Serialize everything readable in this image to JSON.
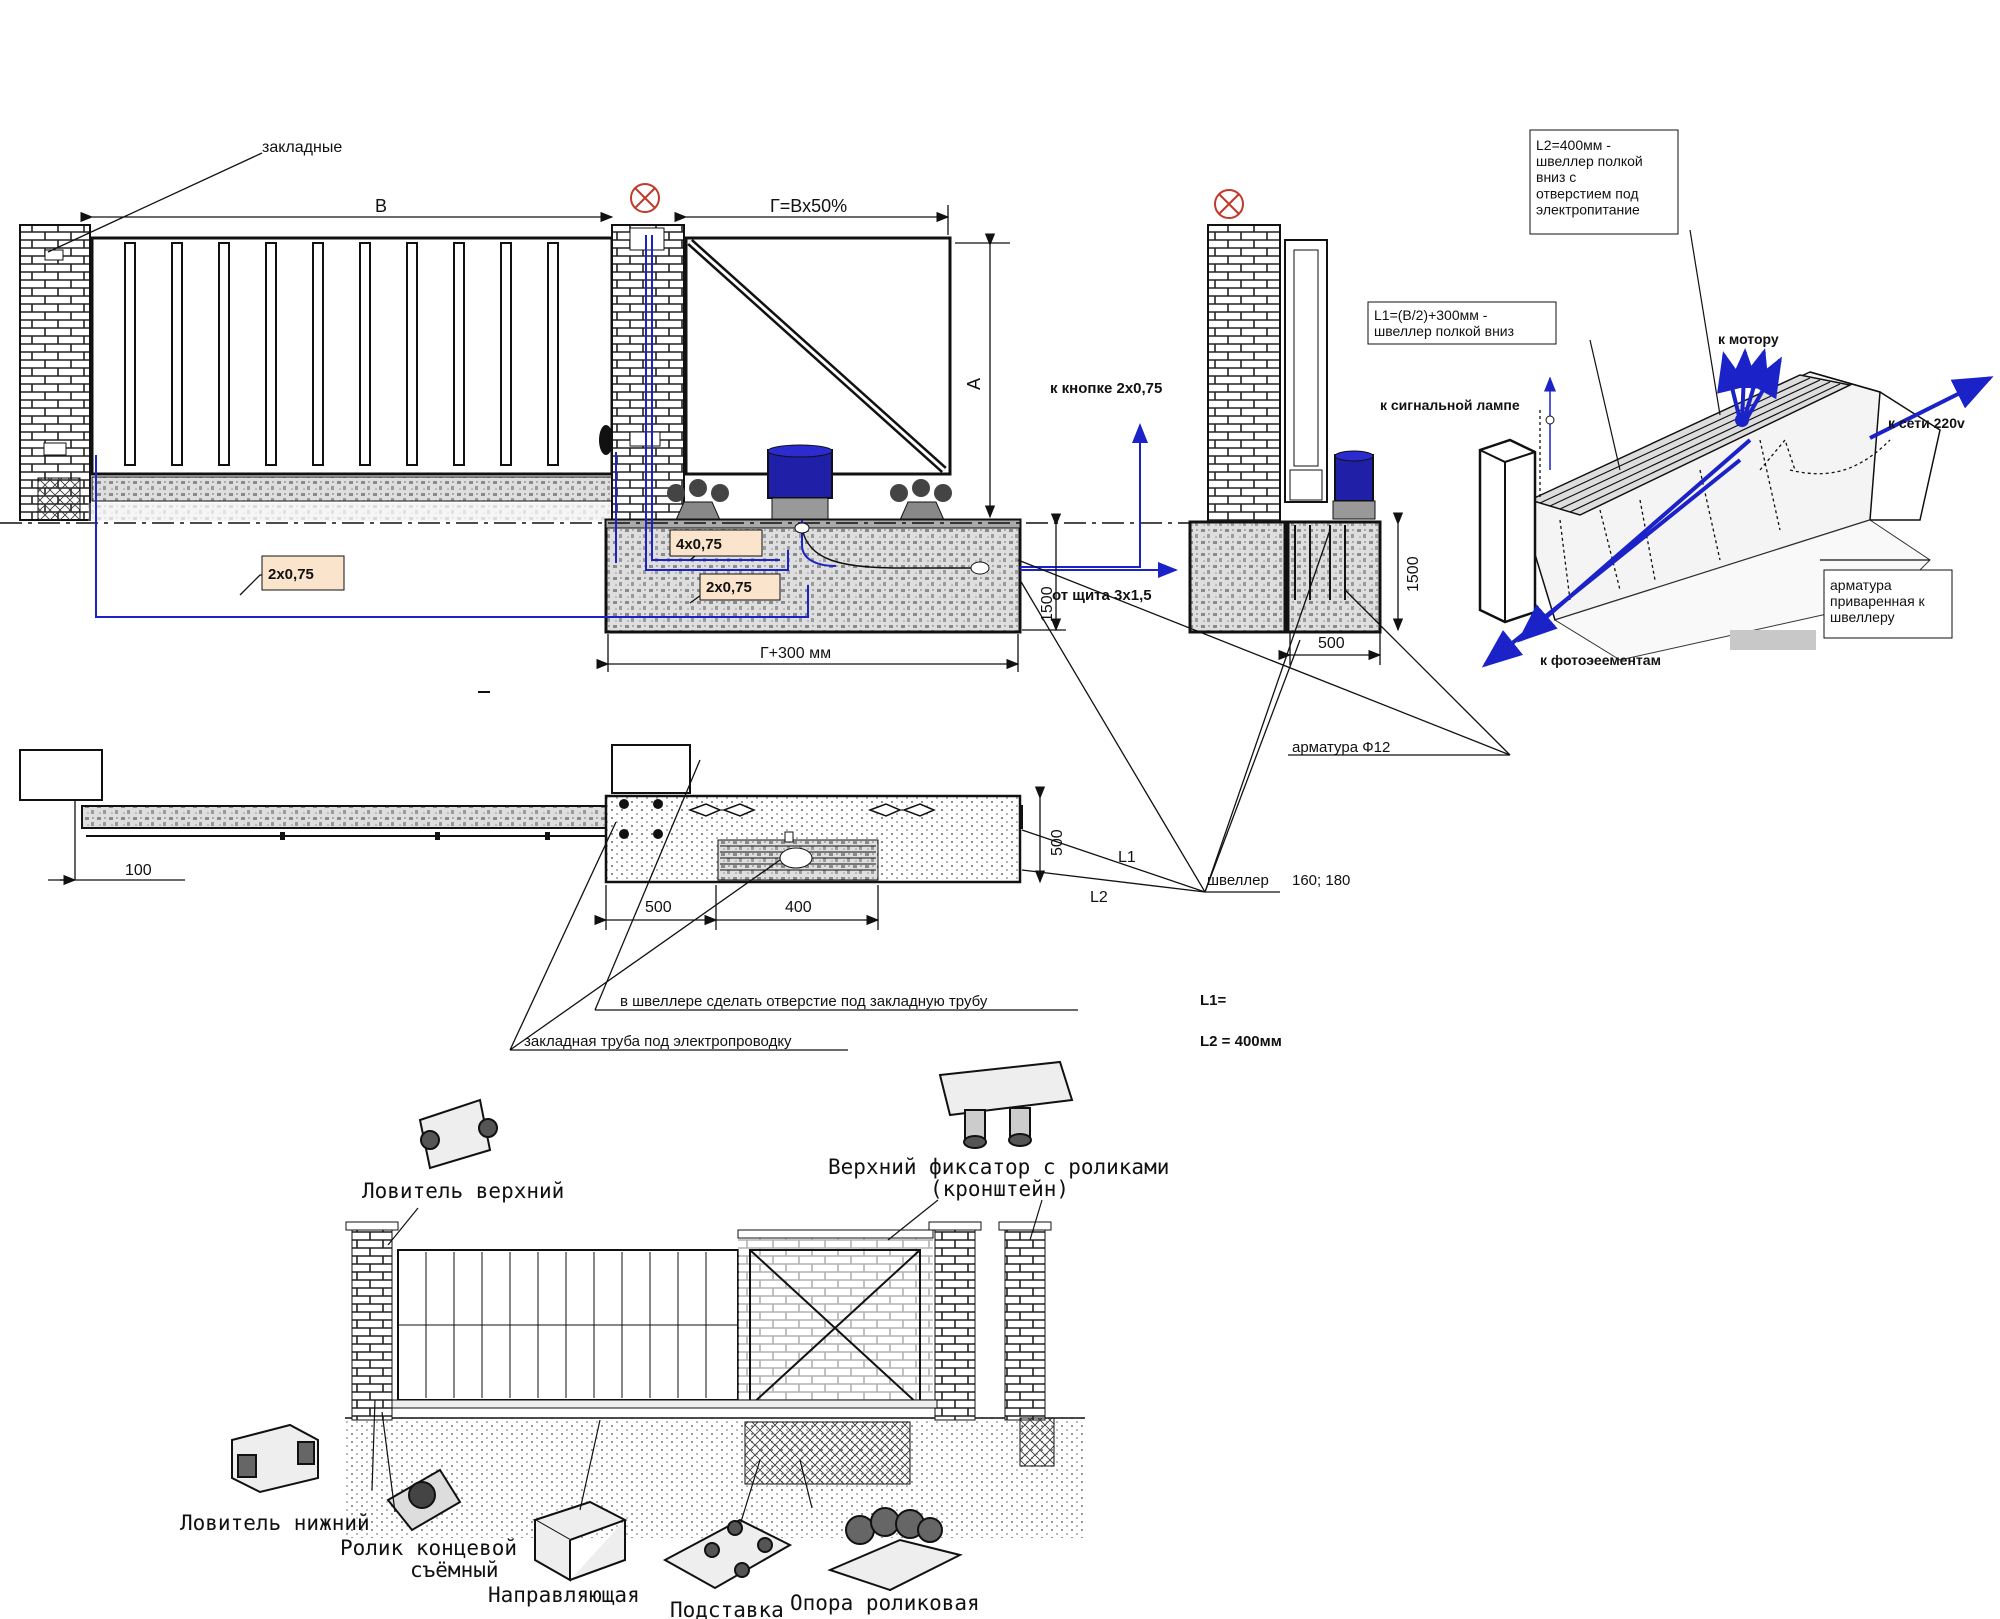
{
  "elev": {
    "embeds": "закладные",
    "dim_b": "В",
    "dim_g": "Г=Вх50%",
    "dim_a": "А",
    "to_button": "к кнопке 2х0,75",
    "cable_left": "2х0,75",
    "cable_4": "4х0,75",
    "cable_2": "2х0,75",
    "from_panel": "от щита 3х1,5",
    "dim_g300": "Г+300 мм",
    "dim_1500": "1500"
  },
  "side": {
    "to_lamp": "к сигнальной лампе",
    "dim_1500": "1500",
    "dim_500": "500",
    "rebar": "арматура Ф12"
  },
  "iso": {
    "l2_note": "L2=400мм -\nшвеллер полкой\nвниз с\nотверстием под\nэлектропитание",
    "l1_note": "L1=(В/2)+300мм -\nшвеллер полкой вниз",
    "to_motor": "к мотору",
    "to_mains": "к сети 220v",
    "to_photo": "к фотоэеементам",
    "rebar_welded": "арматура\nприваренная к\nшвеллеру"
  },
  "plan": {
    "dim_100": "100",
    "dim_500_v": "500",
    "l1": "L1",
    "l2": "L2",
    "channel": "швеллер",
    "channel_sizes": "160; 180",
    "dim_500": "500",
    "dim_400": "400",
    "hole_note": "в швеллере сделать отверстие под закладную трубу",
    "pipe_note": "закладная труба под электропроводку",
    "l1_eq": "L1=",
    "l2_eq": "L2 = 400мм"
  },
  "parts": {
    "catcher_top": "Ловитель верхний",
    "fixer_top_1": "Верхний фиксатор с роликами",
    "fixer_top_2": "(кронштейн)",
    "catcher_bottom": "Ловитель нижний",
    "end_roller_1": "Ролик концевой",
    "end_roller_2": "съёмный",
    "guide": "Направляющая",
    "stand": "Подставка",
    "roller_support": "Опора роликовая"
  }
}
